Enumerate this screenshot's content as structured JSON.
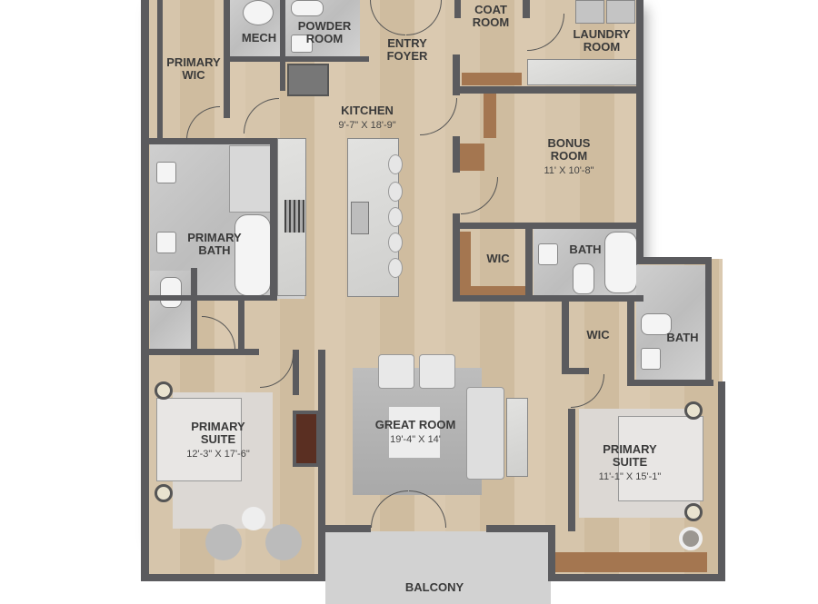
{
  "floor_plan": {
    "rooms": [
      {
        "name": "MECH",
        "dimensions": ""
      },
      {
        "name": "POWDER ROOM",
        "dimensions": ""
      },
      {
        "name": "ENTRY FOYER",
        "dimensions": ""
      },
      {
        "name": "COAT ROOM",
        "dimensions": ""
      },
      {
        "name": "LAUNDRY ROOM",
        "dimensions": ""
      },
      {
        "name": "PRIMARY WIC",
        "dimensions": ""
      },
      {
        "name": "KITCHEN",
        "dimensions": "9'-7\" X 18'-9\""
      },
      {
        "name": "BONUS ROOM",
        "dimensions": "11' X 10'-8\""
      },
      {
        "name": "PRIMARY BATH",
        "dimensions": ""
      },
      {
        "name": "WIC",
        "dimensions": ""
      },
      {
        "name": "BATH",
        "dimensions": ""
      },
      {
        "name": "WIC",
        "dimensions": ""
      },
      {
        "name": "BATH",
        "dimensions": ""
      },
      {
        "name": "PRIMARY SUITE",
        "dimensions": "12'-3\" X 17'-6\""
      },
      {
        "name": "GREAT ROOM",
        "dimensions": "19'-4\" X 14'"
      },
      {
        "name": "PRIMARY SUITE",
        "dimensions": "11'-1\" X 15'-1\""
      },
      {
        "name": "BALCONY",
        "dimensions": ""
      }
    ],
    "colors": {
      "wall": "#5b5b5e",
      "wood_floor": "#d6c5ab",
      "tile": "#c8c8c8",
      "cabinet": "#a47650"
    }
  }
}
